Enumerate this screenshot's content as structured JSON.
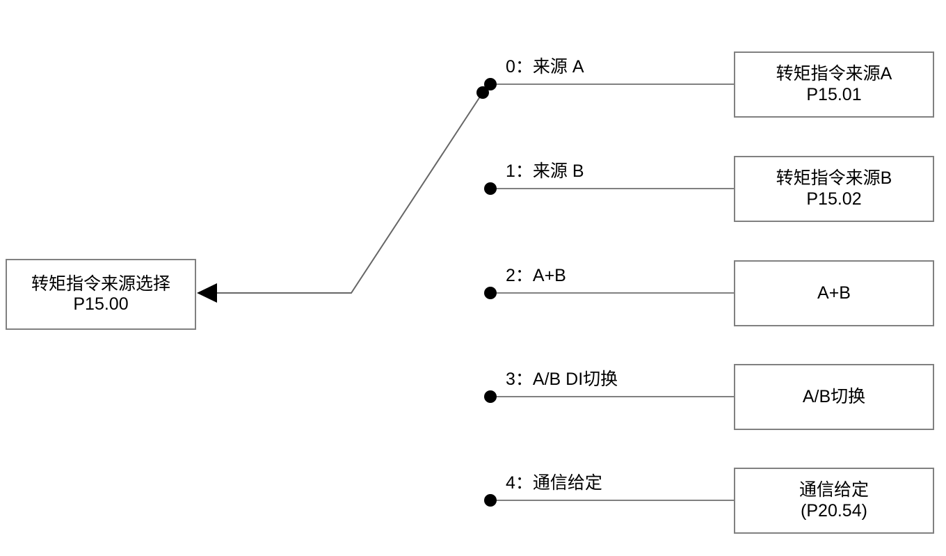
{
  "diagram": {
    "type": "parameter-source-selection",
    "source_box": {
      "title": "转矩指令来源选择",
      "parameter": "P15.00"
    },
    "options": [
      {
        "label": "0：来源 A",
        "index": "0",
        "box_title": "转矩指令来源A",
        "box_parameter": "P15.01"
      },
      {
        "label": "1：来源 B",
        "index": "1",
        "box_title": "转矩指令来源B",
        "box_parameter": "P15.02"
      },
      {
        "label": "2：A+B",
        "index": "2",
        "box_title": "A+B",
        "box_parameter": ""
      },
      {
        "label": "3：A/B DI切换",
        "index": "3",
        "box_title": "A/B切换",
        "box_parameter": ""
      },
      {
        "label": "4：通信给定",
        "index": "4",
        "box_title": "通信给定",
        "box_parameter": "(P20.54)"
      }
    ],
    "selected_index": "0",
    "colors": {
      "box_border": "#808080",
      "connector_line": "#808080",
      "selector_line": "#000000",
      "node_dot": "#000000",
      "text": "#000000",
      "background": "#ffffff"
    }
  }
}
